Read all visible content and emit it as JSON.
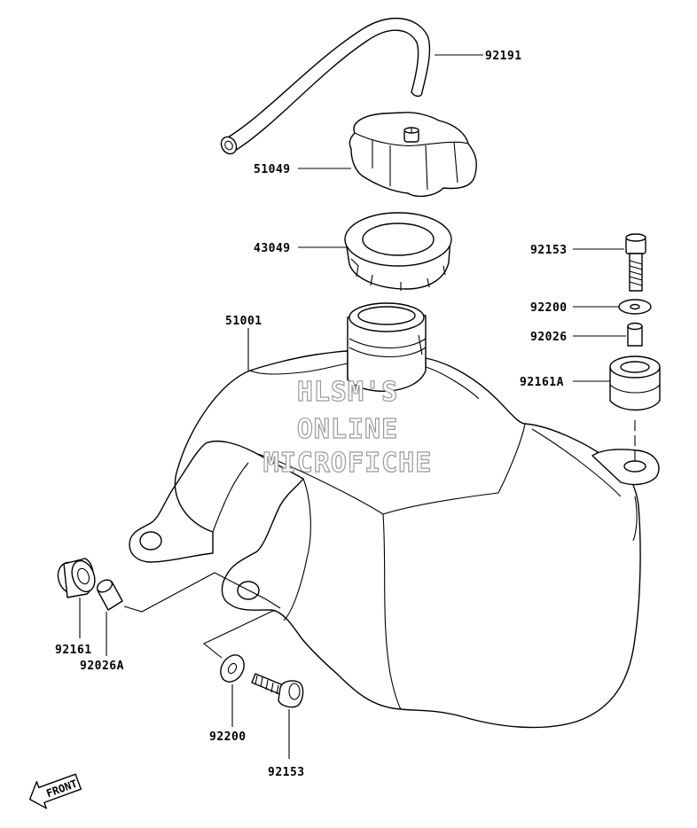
{
  "watermark": {
    "line1": "HLSM'S",
    "line2": "ONLINE",
    "line3": "MICROFICHE"
  },
  "parts": [
    {
      "id": "hose",
      "number": "92191"
    },
    {
      "id": "fuel-cap",
      "number": "51049"
    },
    {
      "id": "cap-gasket",
      "number": "43049"
    },
    {
      "id": "fuel-tank",
      "number": "51001"
    },
    {
      "id": "bolt-right",
      "number": "92153"
    },
    {
      "id": "washer-right",
      "number": "92200"
    },
    {
      "id": "collar-right",
      "number": "92026"
    },
    {
      "id": "damper-right",
      "number": "92161A"
    },
    {
      "id": "damper-left",
      "number": "92161"
    },
    {
      "id": "collar-left",
      "number": "92026A"
    },
    {
      "id": "washer-bottom",
      "number": "92200"
    },
    {
      "id": "bolt-bottom",
      "number": "92153"
    }
  ],
  "front_marker": "FRONT"
}
